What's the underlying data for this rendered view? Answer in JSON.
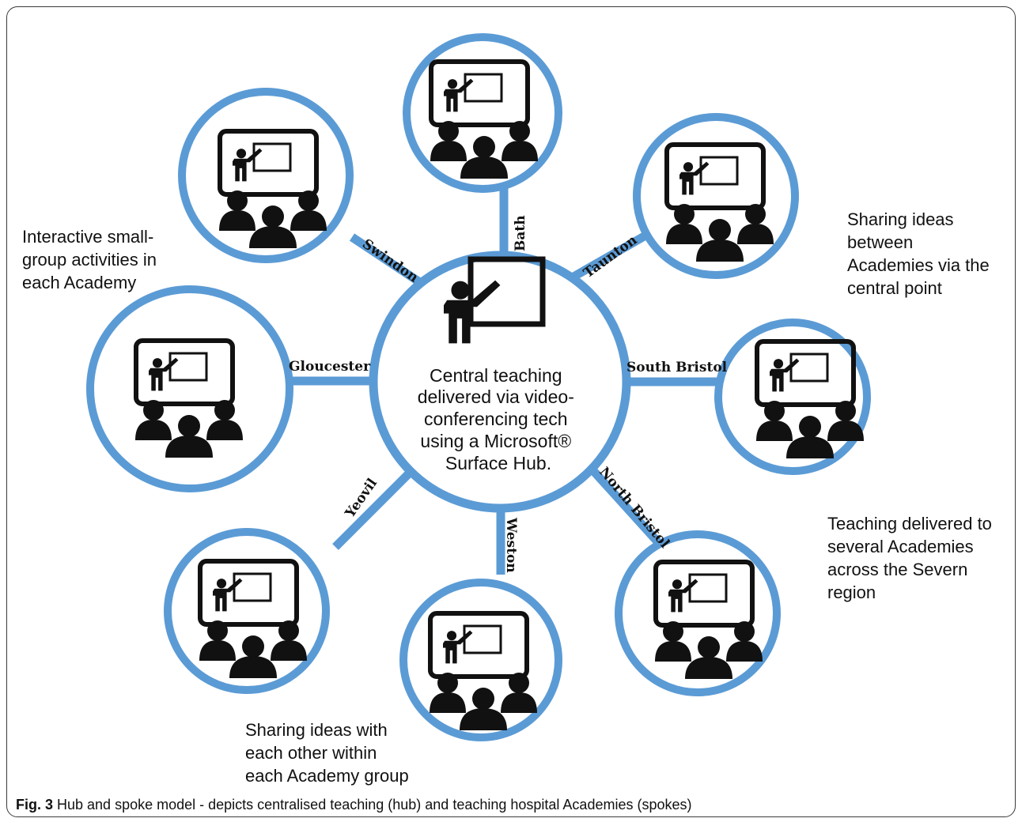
{
  "hub": {
    "text_lines": [
      "Central teaching",
      "delivered via video-",
      "conferencing tech",
      "using a Microsoft®",
      "Surface Hub."
    ]
  },
  "spokes": [
    {
      "label": "Bath"
    },
    {
      "label": "Taunton"
    },
    {
      "label": "South Bristol"
    },
    {
      "label": "North Bristol"
    },
    {
      "label": "Weston"
    },
    {
      "label": "Yeovil"
    },
    {
      "label": "Gloucester"
    },
    {
      "label": "Swindon"
    }
  ],
  "notes": {
    "interactive": "Interactive small-\ngroup activities in\neach Academy",
    "sharing_between": "Sharing ideas\nbetween\nAcademies via the\ncentral point",
    "teaching_delivered": "Teaching delivered to\nseveral Academies\nacross the Severn\nregion",
    "sharing_within": "Sharing ideas with\neach other within\neach Academy group"
  },
  "caption": {
    "label": "Fig. 3",
    "text": " Hub and spoke model - depicts centralised teaching (hub) and teaching hospital Academies (spokes)"
  },
  "colors": {
    "ring": "#5b9bd5",
    "icon": "#111111"
  },
  "icons": {
    "hub": "teacher-at-board-icon",
    "spoke": "classroom-icon"
  }
}
